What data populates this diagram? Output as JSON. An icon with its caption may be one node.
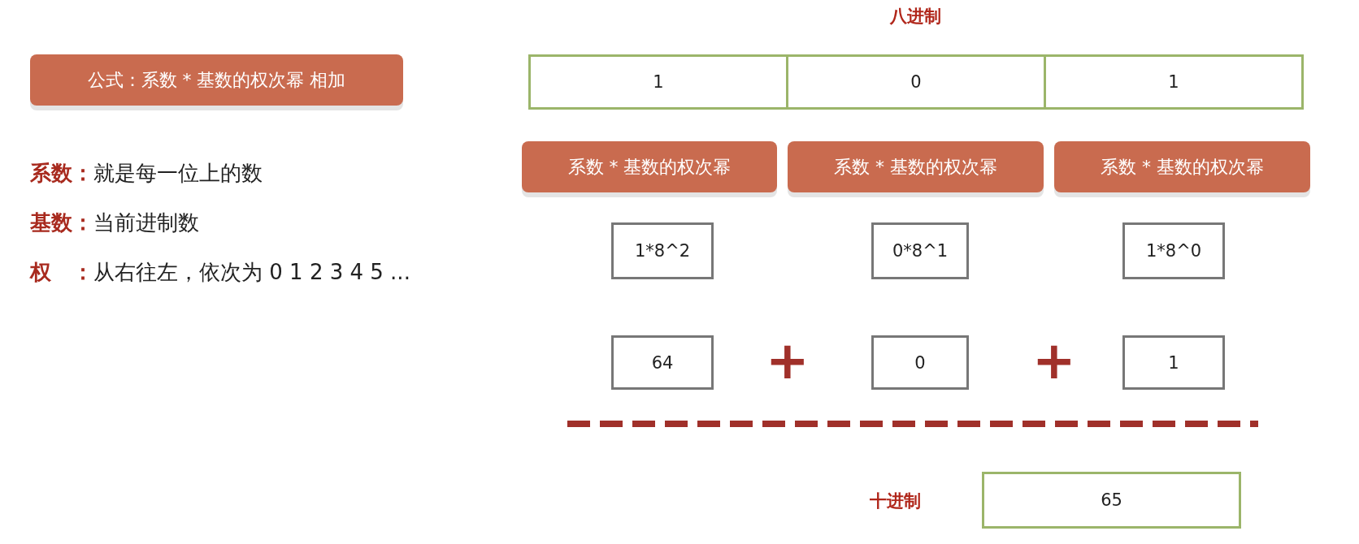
{
  "diagram": {
    "nodes": [
      {
        "text": [
          "公式：系数 * 基数的权次幂 相加"
        ]
      },
      {
        "text": [
          "1"
        ]
      },
      {
        "text": [
          "0"
        ]
      },
      {
        "text": [
          "1"
        ]
      },
      {
        "text": [
          "系数 * 基数的权次幂"
        ]
      },
      {
        "text": [
          "系数 * 基数的权次幂"
        ]
      },
      {
        "text": [
          "系数 * 基数的权次幂"
        ]
      },
      {
        "text": [
          "1*8^2"
        ]
      },
      {
        "text": [
          "0*8^1"
        ]
      },
      {
        "text": [
          "1*8^0"
        ]
      },
      {
        "text": [
          "64"
        ]
      },
      {
        "text": [
          "0"
        ]
      },
      {
        "text": [
          "1"
        ]
      },
      {
        "text": [
          "65"
        ],
        "beside": [
          "十进制"
        ]
      }
    ],
    "edges": [],
    "labels": [
      "八进制",
      "**系数：**就是每一位上的数",
      "**基数：**当前进制数",
      "**权　：**从右往左，依次为 0 1 2 3 4 5 ...",
      "+",
      "+"
    ]
  }
}
